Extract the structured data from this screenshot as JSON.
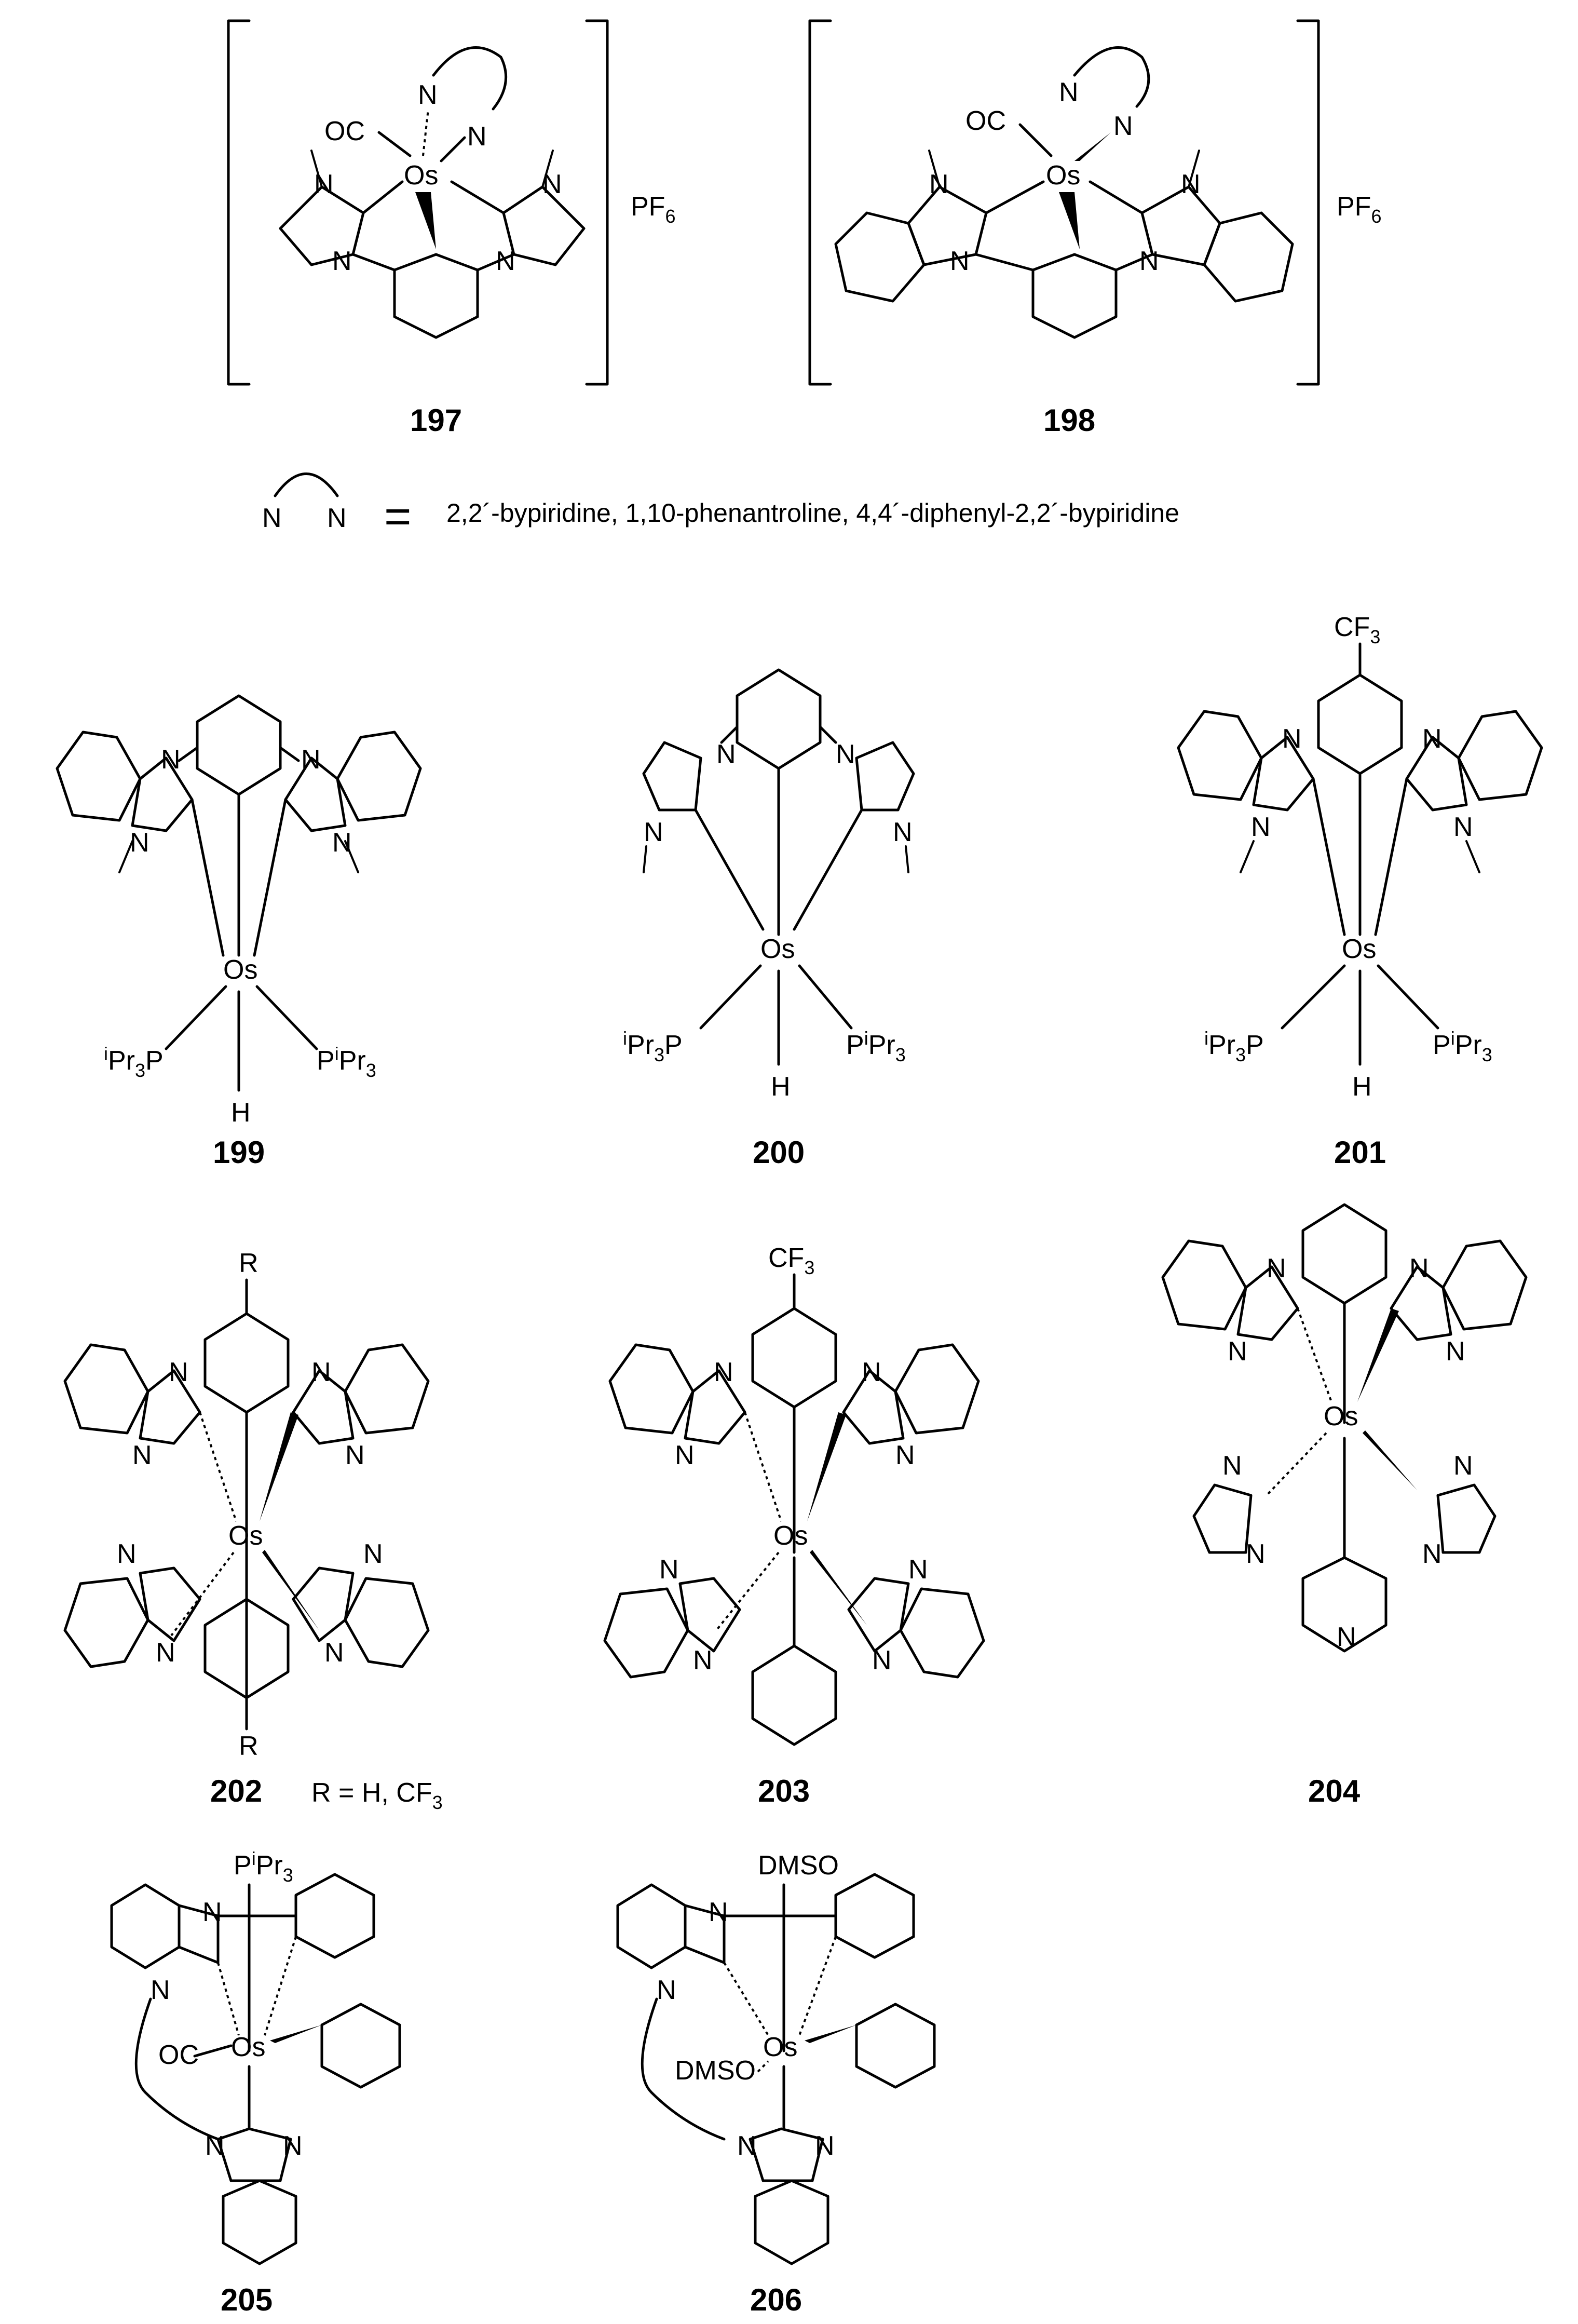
{
  "compounds": {
    "c197": {
      "number": "197",
      "counter_ion": "PF",
      "counter_sub": "6"
    },
    "c198": {
      "number": "198",
      "counter_ion": "PF",
      "counter_sub": "6"
    },
    "c199": {
      "number": "199"
    },
    "c200": {
      "number": "200"
    },
    "c201": {
      "number": "201",
      "substituent": "CF",
      "substituent_sub": "3"
    },
    "c202": {
      "number": "202",
      "r_top": "R",
      "r_bottom": "R",
      "note_main": "R = H, CF",
      "note_sub": "3"
    },
    "c203": {
      "number": "203",
      "substituent": "CF",
      "substituent_sub": "3"
    },
    "c204": {
      "number": "204"
    },
    "c205": {
      "number": "205",
      "apical": "P",
      "apical_i": "i",
      "apical_tail": "Pr",
      "apical_sub": "3",
      "carbonyl": "OC"
    },
    "c206": {
      "number": "206",
      "apical": "DMSO",
      "second": "DMSO"
    }
  },
  "atoms": {
    "os": "Os",
    "n": "N",
    "h": "H",
    "oc": "OC",
    "pr3p_i": "i",
    "pr3p_main": "Pr",
    "pr3p_sub": "3",
    "pr3p_tail": "P",
    "ppr3_head": "P",
    "ppr3_i": "i",
    "ppr3_main": "Pr",
    "ppr3_sub": "3"
  },
  "legend": {
    "n1": "N",
    "n2": "N",
    "equals": "=",
    "text": "2,2´-bypiridine, 1,10-phenantroline, 4,4´-diphenyl-2,2´-bypiridine"
  }
}
